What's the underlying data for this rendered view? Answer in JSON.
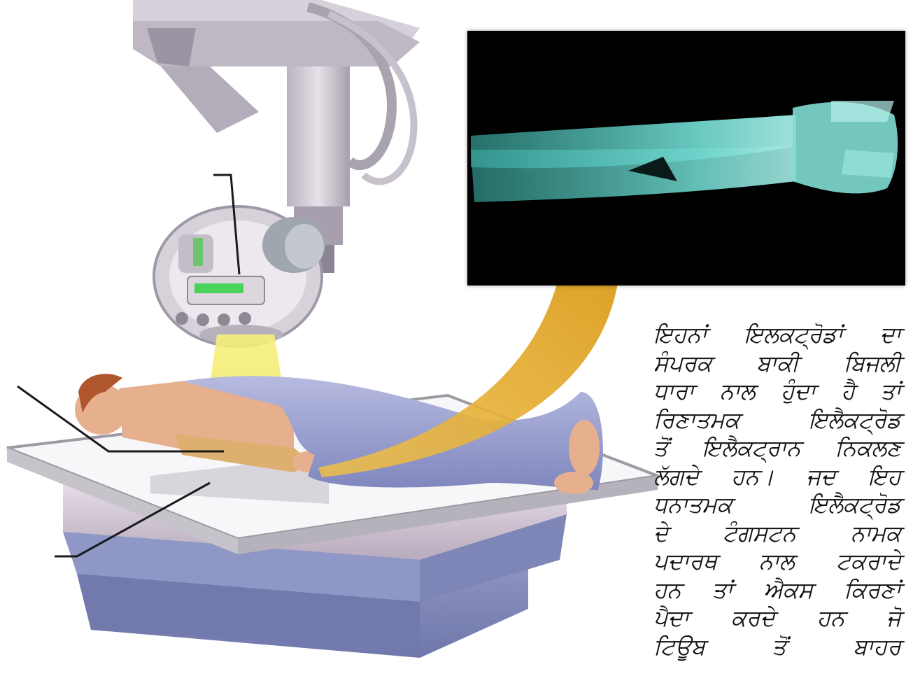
{
  "caption": {
    "lines": [
      "ਇਹਨਾਂ ਇਲਕਟ੍ਰੋਡਾਂ ਦਾ",
      "ਸੰਪਰਕ ਬਾਕੀ ਬਿਜਲੀ",
      "ਧਾਰਾ ਨਾਲ ਹੁੰਦਾ ਹੈ ਤਾਂ",
      "ਰਿਣਾਤਮਕ ਇਲੈਕਟ੍ਰੋਡ",
      "ਤੋਂ ਇਲੈਕਟ੍ਰਾਨ ਨਿਕਲਣ",
      "ਲੱਗਦੇ ਹਨ। ਜਦ ਇਹ",
      "ਧਨਾਤਮਕ ਇਲੈਕਟ੍ਰੋਡ",
      "ਦੇ ਟੰਗਸਟਨ ਨਾਮਕ",
      "ਪਦਾਰਥ ਨਾਲ ਟਕਰਾਦੇ",
      "ਹਨ ਤਾਂ ਐਕਸ ਕਿਰਣਾਂ",
      "ਪੈਦਾ ਕਰਦੇ ਹਨ ਜੋ",
      "ਟਿਊਬ ਤੋਂ ਬਾਹਰ"
    ]
  },
  "colors": {
    "xray_bone": "#5fc8c0",
    "beam_yellow": "#f2ec6a",
    "arrow_orange": "#e8a82a",
    "blanket": "#9aa0cf",
    "table_base": "#8e95c4",
    "machine_gray": "#c9c4cc"
  },
  "icons": [
    "xray-machine-head",
    "patient-figure",
    "xray-table",
    "curved-arrow"
  ]
}
